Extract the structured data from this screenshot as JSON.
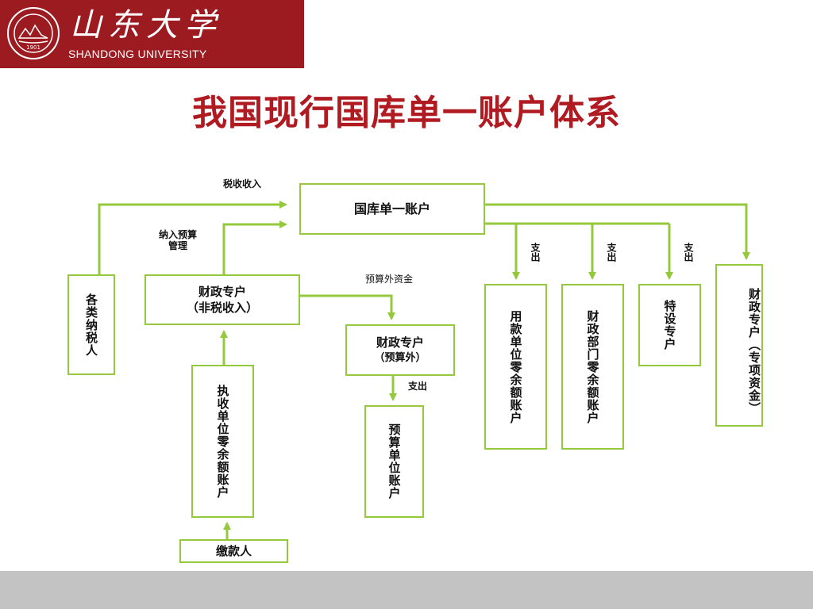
{
  "header": {
    "university_cn": "山东大学",
    "university_en": "SHANDONG UNIVERSITY",
    "seal_year": "1901"
  },
  "title": "我国现行国库单一账户体系",
  "colors": {
    "brand": "#9b1b21",
    "title": "#b01b22",
    "connector": "#94c83d",
    "band": "#c3c3c3"
  },
  "nodes": {
    "treasury": "国库单一账户",
    "taxpayers": "各类纳税人",
    "fiscal_non_tax_line1": "财政专户",
    "fiscal_non_tax_line2": "（非税收入）",
    "collector": "执收单位零余额账户",
    "payer": "缴款人",
    "fiscal_off_budget_line1": "财政专户",
    "fiscal_off_budget_line2": "（预算外）",
    "budget_unit": "预算单位账户",
    "user_unit": "用款单位零余额账户",
    "finance_dept": "财政部门零余额账户",
    "special": "特设专户",
    "fiscal_special": "财政专户（专项资金）"
  },
  "labels": {
    "tax_income": "税收收入",
    "budget_mgmt_line1": "纳入预算",
    "budget_mgmt_line2": "管理",
    "off_budget_funds": "预算外资金",
    "payout": "支出"
  }
}
